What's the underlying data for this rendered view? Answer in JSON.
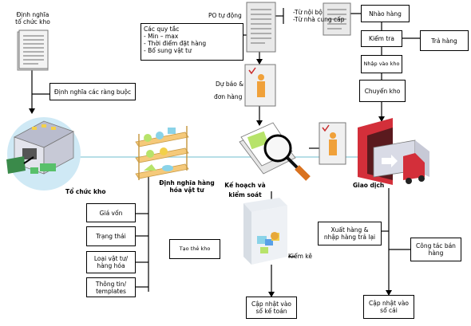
{
  "colors": {
    "teal_line": "#9fd3df",
    "warehouse_base": "#cfe9f5",
    "warehouse_body": "#e8e8ee",
    "shelf": "#f5c97a",
    "arrow": "#000000"
  },
  "labels": {
    "dinh_nghia_to_chuc_kho": [
      "Định nghĩa",
      "tổ chức kho"
    ],
    "to_chuc_kho": "Tổ chức kho",
    "dinh_nghia_hang_hoa": [
      "Định nghĩa hàng",
      "hóa vật tư"
    ],
    "ke_hoach": [
      "Kế hoạch và",
      "kiểm soát"
    ],
    "giao_dich": "Giao dịch",
    "po_tu_dong": "PO tự động",
    "du_bao": [
      "Dự báo &",
      "đơn hàng"
    ],
    "kiem_ke": "Kiểm kê",
    "tu_noi_bo": "-Từ nội bộ",
    "tu_nha_cung_cap": "-Từ nhà cung cấp"
  },
  "rules_box": {
    "title": "Các quy tắc",
    "items": [
      "- Min – max",
      "- Thời điểm đặt hàng",
      "- Bổ sung vật tư"
    ]
  },
  "boxes": {
    "dinh_nghia_rang_buoc": "Định nghĩa các ràng buộc",
    "nhao_hang": "Nhào hàng",
    "kiem_tra": "Kiểm tra",
    "tra_hang": "Trả hàng",
    "nhap_vao_kho": "Nhập vào kho",
    "chuyen_kho": "Chuyển kho",
    "gia_von": "Giá vốn",
    "trang_thai": "Trạng thái",
    "loai_vat_tu": [
      "Loại vật tư/",
      "hàng hóa"
    ],
    "thong_tin": [
      "Thông tin/",
      "templates"
    ],
    "tao_the_kho": "Tạo thẻ kho",
    "cap_nhat_so_ke_toan": [
      "Cập nhật vào",
      "sổ kế toán"
    ],
    "xuat_hang": [
      "Xuất hàng &",
      "nhập hàng trả lại"
    ],
    "cong_tac_ban_hang": [
      "Công tác bán",
      "hàng"
    ],
    "cap_nhat_so_cai": [
      "Cập nhật vào",
      "sổ cái"
    ]
  }
}
